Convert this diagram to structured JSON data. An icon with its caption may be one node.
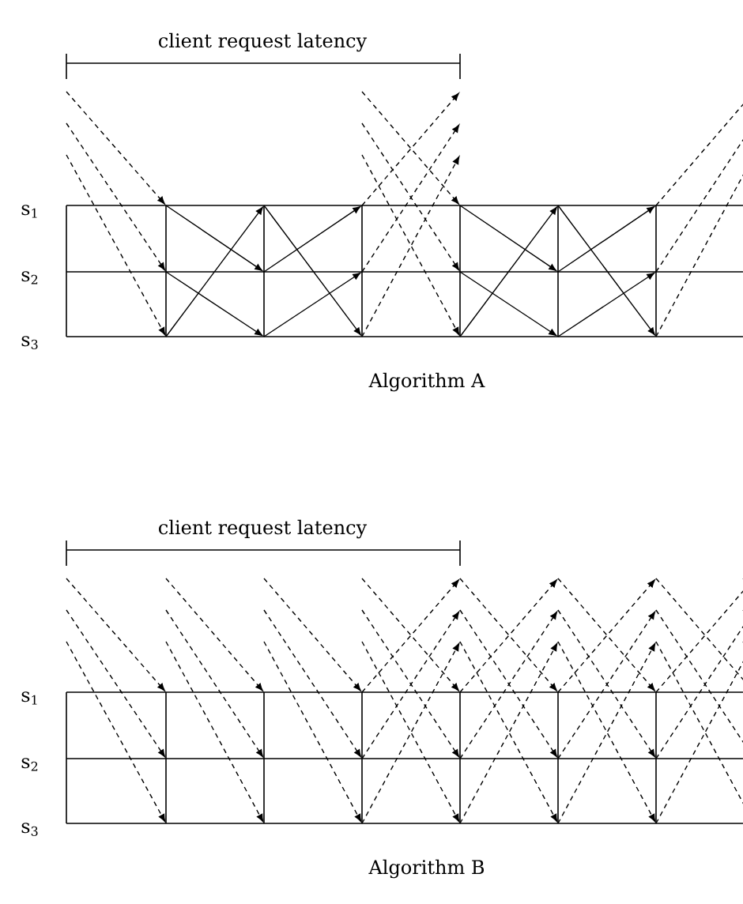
{
  "diagram": {
    "labels": [
      "client request latency",
      "s$_{1}$",
      "s$_{2}$",
      "s$_{3}$",
      "Algorithm A",
      "client request latency",
      "s$_{1}$",
      "s$_{2}$",
      "s$_{3}$",
      "Algorithm B"
    ]
  }
}
